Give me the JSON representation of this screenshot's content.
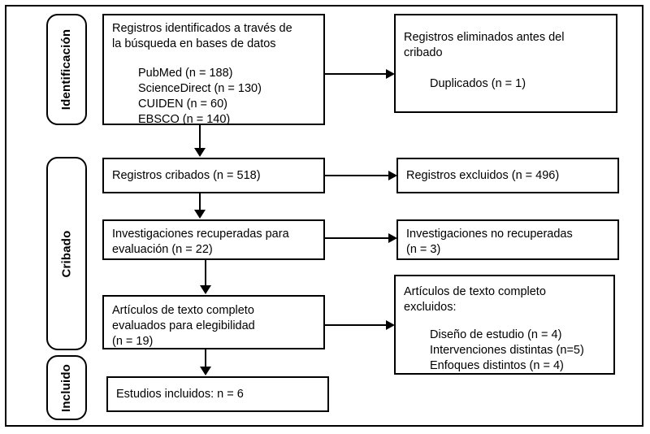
{
  "diagram": {
    "type": "prisma-flow-diagram",
    "language": "es",
    "stages": [
      {
        "id": "identificacion",
        "label": "Identificación"
      },
      {
        "id": "cribado",
        "label": "Cribado"
      },
      {
        "id": "incluido",
        "label": "Incluido"
      }
    ],
    "left_boxes": [
      {
        "id": "registros-identificados",
        "heading": "Registros identificados a través de\nla búsqueda en bases de datos",
        "items": [
          "PubMed (n = 188)",
          "ScienceDirect (n = 130)",
          "CUIDEN (n = 60)",
          "EBSCO (n = 140)"
        ]
      },
      {
        "id": "registros-cribados",
        "heading": "Registros cribados (n = 518)",
        "items": []
      },
      {
        "id": "investigaciones-recuperadas",
        "heading": "Investigaciones recuperadas para\nevaluación (n = 22)",
        "items": []
      },
      {
        "id": "articulos-evaluados",
        "heading": "Artículos de texto completo\nevaluados para elegibilidad\n(n = 19)",
        "items": []
      },
      {
        "id": "estudios-incluidos",
        "heading": "Estudios incluidos: n = 6",
        "items": []
      }
    ],
    "right_boxes": [
      {
        "id": "registros-eliminados",
        "heading": "Registros eliminados antes del\ncribado",
        "items": [
          "Duplicados (n = 1)"
        ]
      },
      {
        "id": "registros-excluidos",
        "heading": "Registros excluidos (n = 496)",
        "items": []
      },
      {
        "id": "investigaciones-no-recuperadas",
        "heading": "Investigaciones no recuperadas\n(n = 3)",
        "items": []
      },
      {
        "id": "articulos-excluidos",
        "heading": "Artículos de texto completo\nexcluidos:",
        "items": [
          "Diseño de estudio (n = 4)",
          "Intervenciones distintas (n=5)",
          "Enfoques distintos (n = 4)"
        ]
      }
    ],
    "colors": {
      "stroke": "#000000",
      "background": "#ffffff",
      "text": "#000000"
    }
  }
}
